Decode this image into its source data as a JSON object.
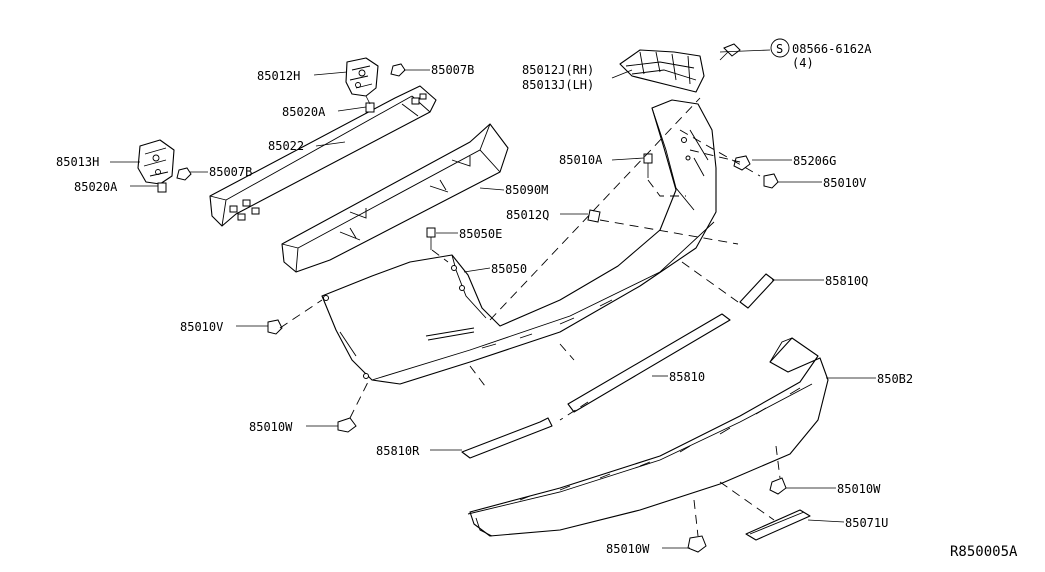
{
  "diagram_id": "R850005A",
  "screw_symbol": "S",
  "labels": {
    "p85012H": "85012H",
    "p85007B_top": "85007B",
    "p85020A_top": "85020A",
    "p85022": "85022",
    "p85013H": "85013H",
    "p85007B_left": "85007B",
    "p85020A_left": "85020A",
    "p85090M": "85090M",
    "p85050E": "85050E",
    "p85050": "85050",
    "p85010V_left": "85010V",
    "p85010W_left": "85010W",
    "p85012J": "85012J(RH)",
    "p85013J": "85013J(LH)",
    "p08566": "08566-6162A",
    "p08566_qty": "(4)",
    "p85010A": "85010A",
    "p85206G": "85206G",
    "p85010V_right": "85010V",
    "p85012Q": "85012Q",
    "p85810Q": "85810Q",
    "p85810": "85810",
    "p850B2": "850B2",
    "p85810R": "85810R",
    "p85010W_right": "85010W",
    "p85071U": "85071U",
    "p85010W_bottom": "85010W"
  }
}
